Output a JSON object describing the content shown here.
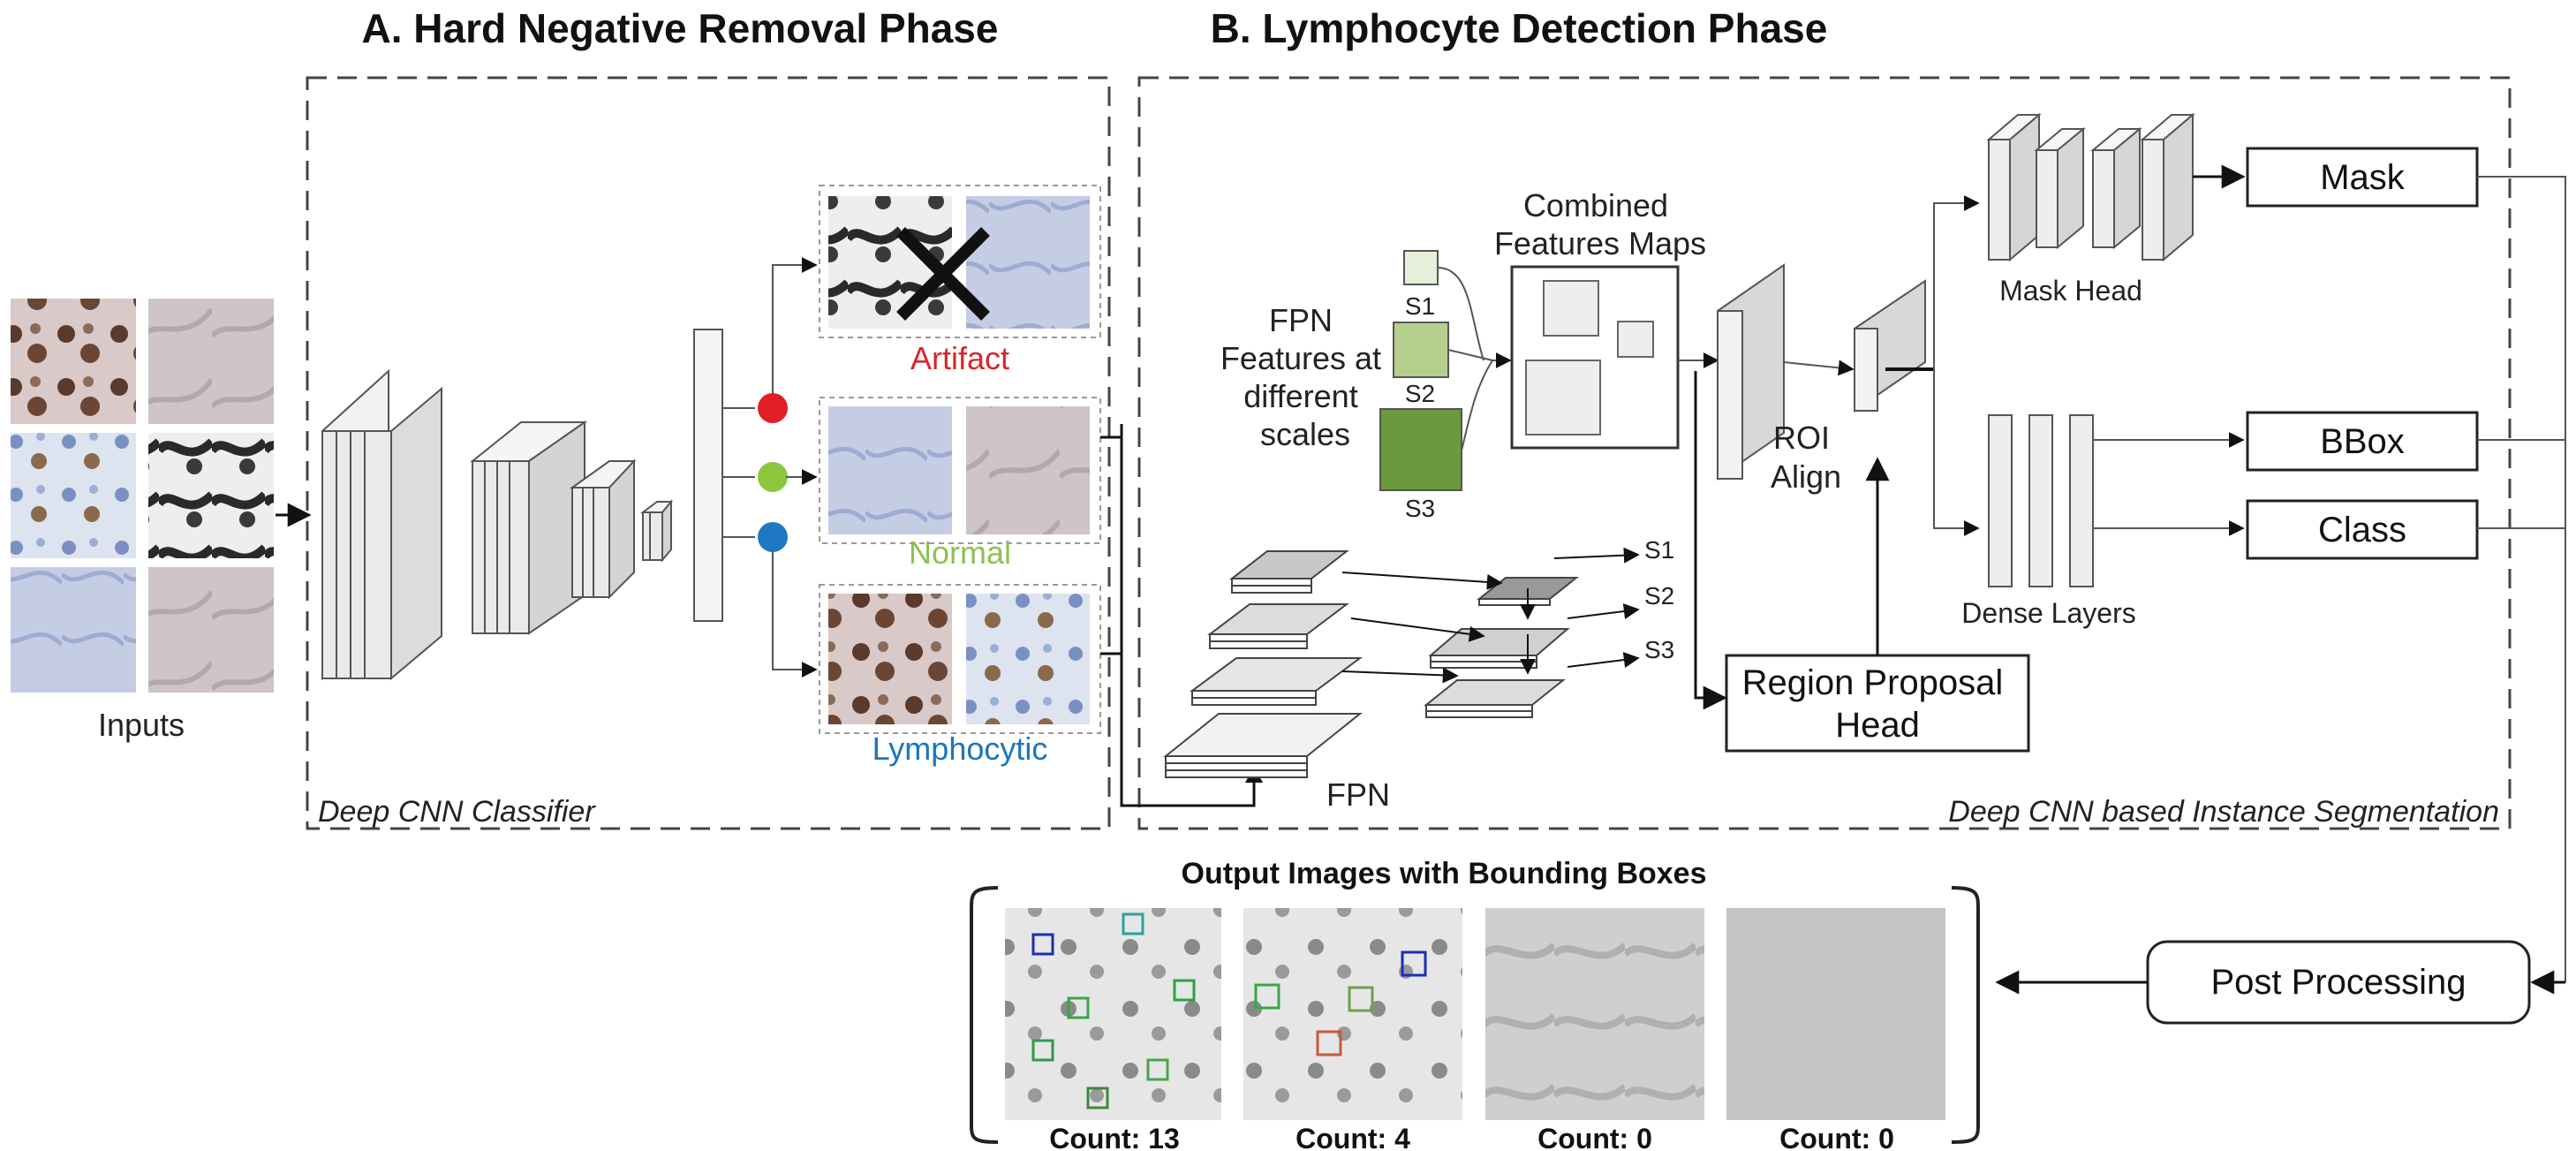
{
  "titles": {
    "phase_a": "A. Hard Negative Removal Phase",
    "phase_b": "B. Lymphocyte Detection Phase"
  },
  "phase_a": {
    "inputs_label": "Inputs",
    "classifier_label": "Deep CNN Classifier",
    "classes": [
      {
        "name": "Artifact",
        "color": "#d9262a"
      },
      {
        "name": "Normal",
        "color": "#8cc152"
      },
      {
        "name": "Lymphocytic",
        "color": "#1b75bb"
      }
    ]
  },
  "phase_b": {
    "fpn_caption": "FPN Features at different scales",
    "fpn_caption_lines": [
      "FPN",
      "Features at",
      "different",
      "scales"
    ],
    "combined_caption_lines": [
      "Combined",
      "Features Maps"
    ],
    "scales": [
      "S1",
      "S2",
      "S3"
    ],
    "scale_colors": [
      "#e6efd9",
      "#b5cf8f",
      "#6a9a3d"
    ],
    "fpn_label": "FPN",
    "roi_label_lines": [
      "ROI",
      "Align"
    ],
    "rph_label_lines": [
      "Region Proposal",
      "Head"
    ],
    "mask_head_label": "Mask Head",
    "dense_label": "Dense Layers",
    "outputs": [
      "Mask",
      "BBox",
      "Class"
    ],
    "segmentation_label": "Deep CNN based Instance Segmentation"
  },
  "post_processing": "Post Processing",
  "output_title": "Output Images with Bounding Boxes",
  "counts": [
    "Count: 13",
    "Count: 4",
    "Count: 0",
    "Count: 0"
  ]
}
